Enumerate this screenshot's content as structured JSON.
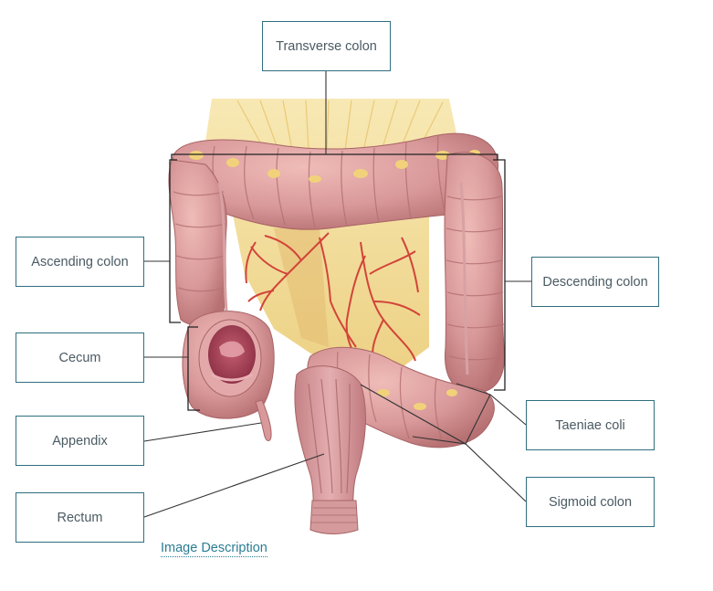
{
  "labels": {
    "transverse_colon": "Transverse colon",
    "ascending_colon": "Ascending colon",
    "cecum": "Cecum",
    "appendix": "Appendix",
    "rectum": "Rectum",
    "descending_colon": "Descending colon",
    "taeniae_coli": "Taeniae coli",
    "sigmoid_colon": "Sigmoid colon"
  },
  "link": {
    "image_description": "Image Description"
  },
  "colors": {
    "box_border": "#2f6f7f",
    "label_text": "#4a5a62",
    "link": "#2a7d93",
    "leader_line": "#333333",
    "colon_tissue": "#d99a98",
    "colon_shadow": "#b76f70",
    "mesentery_fat": "#f0d68a",
    "blood_vessel": "#d2443a"
  }
}
